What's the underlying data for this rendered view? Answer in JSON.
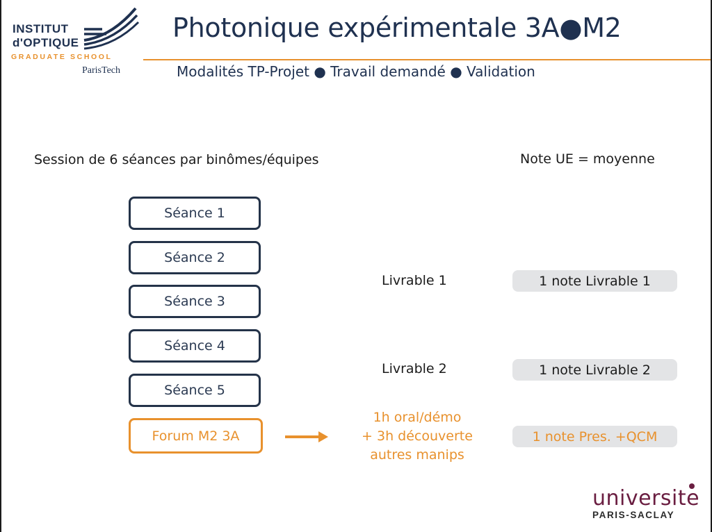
{
  "header": {
    "title": "Photonique expérimentale 3A●M2",
    "subtitle": "Modalités TP-Projet ● Travail demandé ● Validation"
  },
  "logo": {
    "line1": "INSTITUT",
    "line2": "d'OPTIQUE",
    "line3": "GRADUATE SCHOOL",
    "line4": "ParisTech"
  },
  "content": {
    "session_text": "Session de 6 séances par binômes/équipes",
    "note_ue": "Note UE = moyenne",
    "seances": [
      "Séance 1",
      "Séance 2",
      "Séance 3",
      "Séance 4",
      "Séance 5"
    ],
    "forum": "Forum M2 3A",
    "livrable1": "Livrable 1",
    "livrable2": "Livrable 2",
    "forum_desc": [
      "1h oral/démo",
      "+ 3h découverte",
      "autres manips"
    ],
    "note1": "1 note Livrable 1",
    "note2": "1 note Livrable 2",
    "note3": "1 note Pres. +QCM"
  },
  "footer_logo": {
    "word": "universite",
    "sub": "PARIS-SACLAY"
  },
  "colors": {
    "navy": "#1f3150",
    "orange": "#e8912d",
    "grey_box": "#e3e4e6",
    "plum": "#6a1e41"
  }
}
